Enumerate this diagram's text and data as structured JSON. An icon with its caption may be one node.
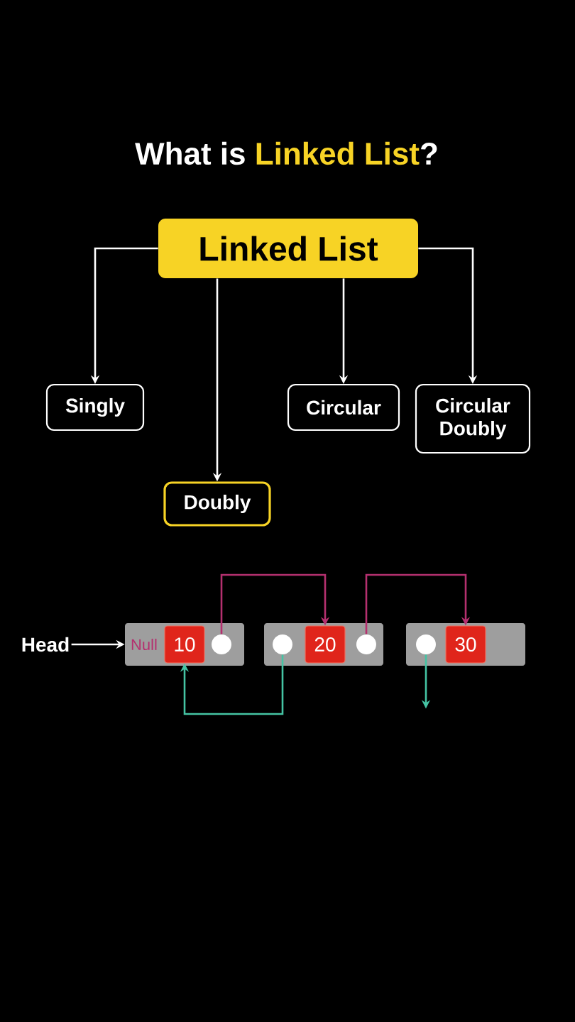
{
  "diagram": {
    "title": "What is **Linked List**?",
    "nodes": [
      {
        "text": [
          "Linked List"
        ]
      },
      {
        "text": [
          "Singly"
        ]
      },
      {
        "text": [
          "Doubly"
        ]
      },
      {
        "text": [
          "Circular"
        ]
      },
      {
        "text": [
          "Circular Doubly"
        ]
      },
      {
        "text": [
          "Head"
        ]
      },
      {
        "text": [
          "Null"
        ]
      },
      {
        "text": [
          "10"
        ],
        "in": 6
      },
      {
        "text": [],
        "shape": "circle",
        "in": 6
      },
      {
        "text": [],
        "shape": "box"
      },
      {
        "text": [],
        "shape": "circle",
        "in": 9
      },
      {
        "text": [
          "20"
        ],
        "in": 9
      },
      {
        "text": [],
        "shape": "circle",
        "in": 9
      },
      {
        "text": [],
        "shape": "box"
      },
      {
        "text": [],
        "shape": "circle",
        "in": 13
      },
      {
        "text": [
          "30"
        ],
        "in": 13
      }
    ],
    "edges": [
      {
        "from": 0,
        "to": 1,
        "arrow": "to"
      },
      {
        "from": 0,
        "to": 2,
        "arrow": "to"
      },
      {
        "from": 0,
        "to": 3,
        "arrow": "to"
      },
      {
        "from": 0,
        "to": 4,
        "arrow": "to"
      },
      {
        "from": 5,
        "to": 6,
        "arrow": "to"
      },
      {
        "from": 8,
        "to": 11,
        "arrow": "to",
        "color": "#b5306f"
      },
      {
        "from": 12,
        "to": 15,
        "arrow": "to",
        "color": "#b5306f"
      },
      {
        "from": 10,
        "to": 7,
        "arrow": "to",
        "color": "#45c4a4"
      },
      {
        "from": 14,
        "to": null,
        "arrow": "to",
        "color": "#45c4a4"
      }
    ]
  }
}
